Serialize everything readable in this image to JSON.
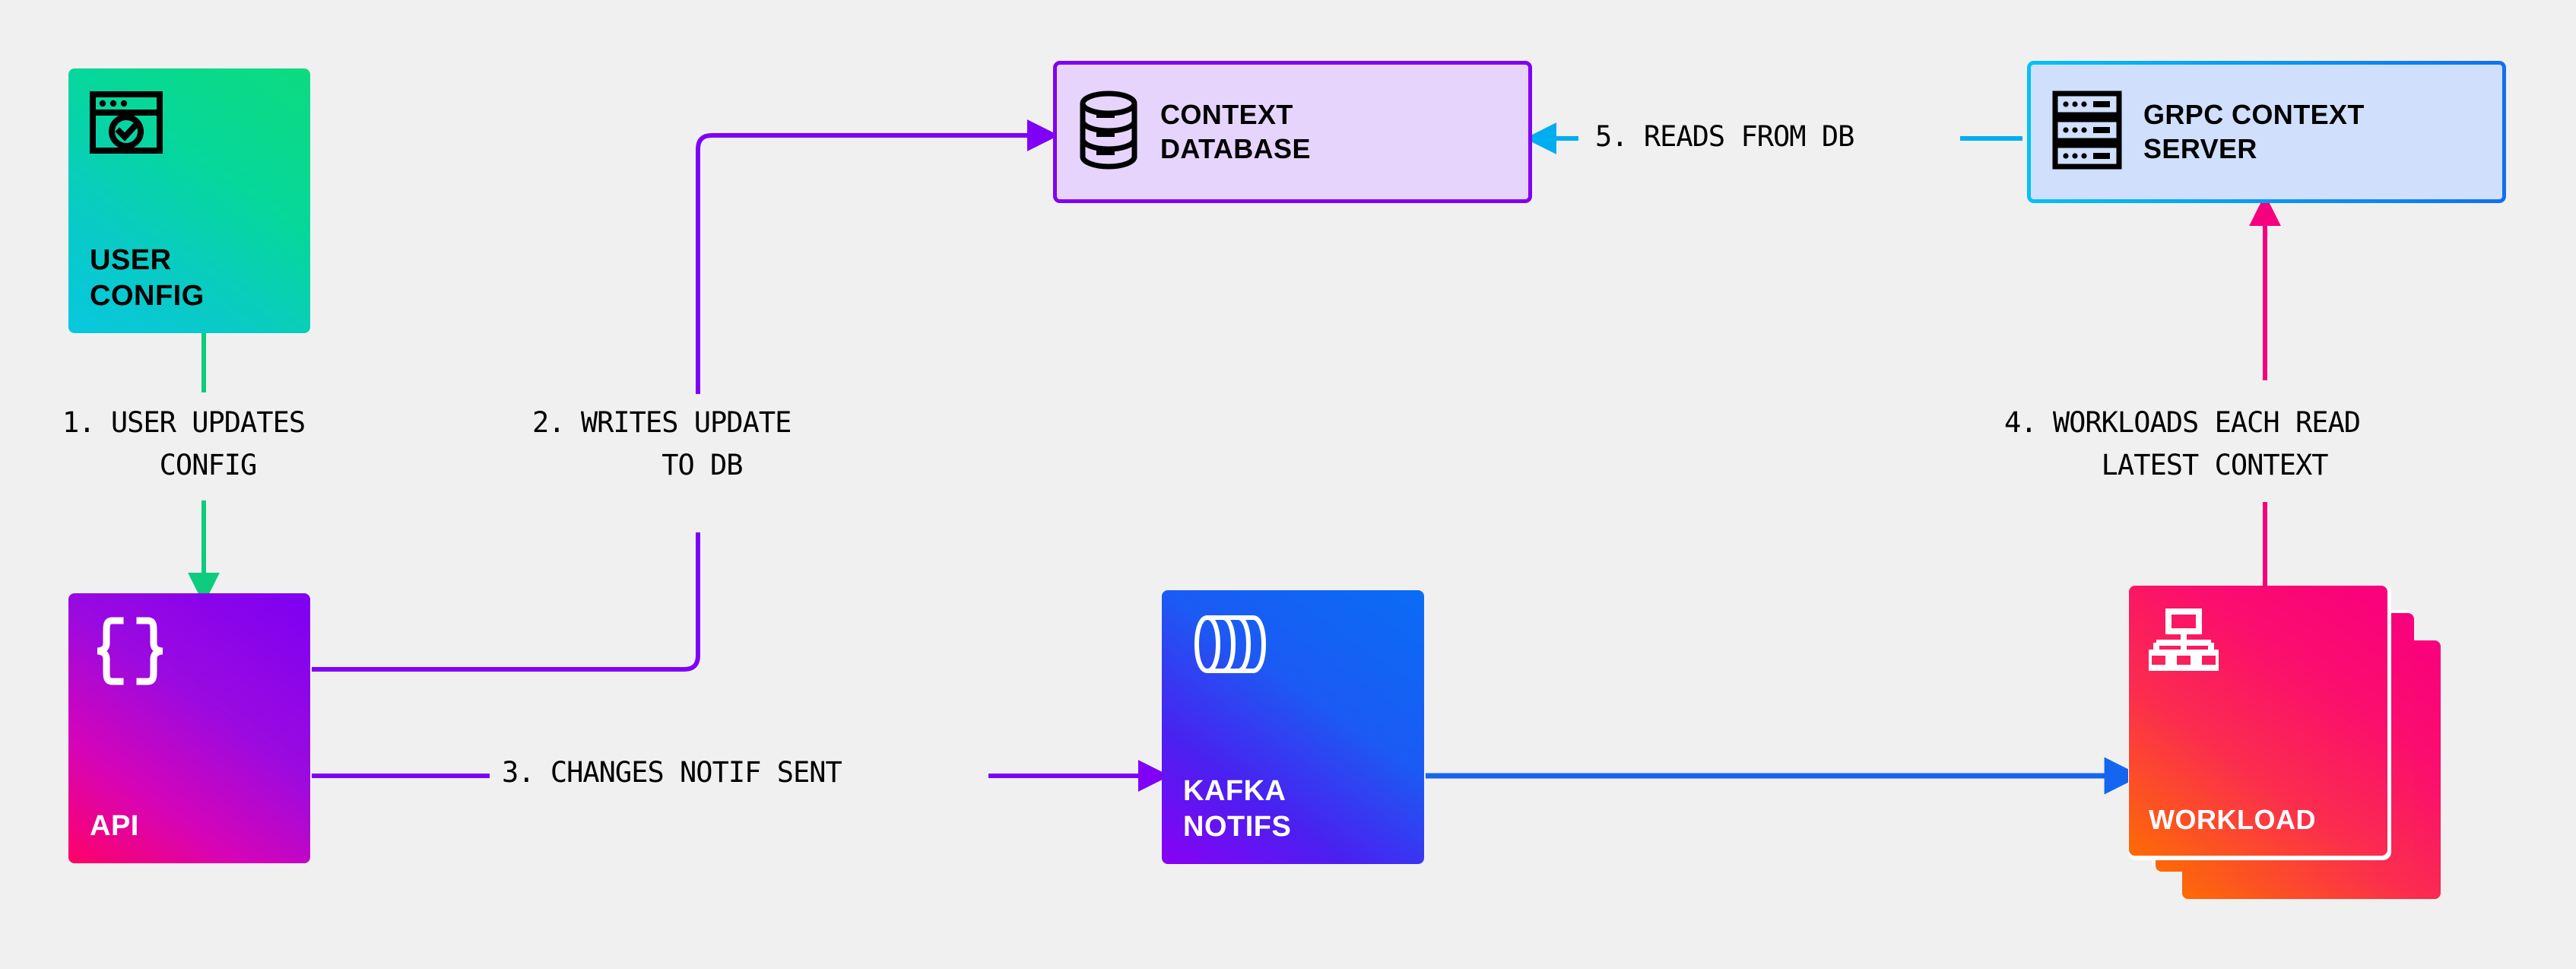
{
  "diagram": {
    "title": "Context distribution architecture flow",
    "background_color": "#f0f0f0",
    "nodes": [
      {
        "id": "user-config",
        "label_lines": [
          "USER",
          "CONFIG"
        ],
        "icon": "browser-check-icon",
        "style": "gradient-card",
        "text_color": "#000000",
        "gradient": [
          "#0ddb7f",
          "#07c7e0"
        ]
      },
      {
        "id": "api",
        "label_lines": [
          "API"
        ],
        "icon": "curly-braces-icon",
        "style": "gradient-card",
        "text_color": "#ffffff",
        "gradient": [
          "#7d00f2",
          "#ff0266"
        ]
      },
      {
        "id": "context-db",
        "label_lines": [
          "CONTEXT",
          "DATABASE"
        ],
        "icon": "database-cylinder-icon",
        "style": "outlined-card",
        "fill": "#e6d4fd",
        "border": "#8200f2",
        "text_color": "#000000"
      },
      {
        "id": "grpc-server",
        "label_lines": [
          "GRPC CONTEXT",
          "SERVER"
        ],
        "icon": "server-rack-icon",
        "style": "outlined-card",
        "fill": "#cfdffc",
        "border": "#00c2f5",
        "text_color": "#000000"
      },
      {
        "id": "kafka",
        "label_lines": [
          "KAFKA",
          "NOTIFS"
        ],
        "icon": "stream-pipe-icon",
        "style": "gradient-card",
        "text_color": "#ffffff",
        "gradient": [
          "#0a6cf5",
          "#8a00f5"
        ]
      },
      {
        "id": "workload",
        "label_lines": [
          "WORKLOAD"
        ],
        "icon": "hierarchy-icon",
        "style": "gradient-card-stack",
        "stack_count": 3,
        "text_color": "#ffffff",
        "gradient": [
          "#f9007e",
          "#fd6b05"
        ]
      }
    ],
    "edges": [
      {
        "id": "edge-1",
        "step": "1",
        "label_lines": [
          "1. USER UPDATES",
          "CONFIG"
        ],
        "from": "user-config",
        "to": "api",
        "color": "#0ecb7d",
        "direction": "down",
        "arrowhead": true
      },
      {
        "id": "edge-2",
        "step": "2",
        "label_lines": [
          "2. WRITES UPDATE",
          "TO DB"
        ],
        "from": "api",
        "to": "context-db",
        "color": "#8000f5",
        "direction": "right",
        "arrowhead": true
      },
      {
        "id": "edge-3",
        "step": "3",
        "label_lines": [
          "3. CHANGES NOTIF SENT"
        ],
        "from": "api",
        "to": "kafka",
        "color": "#8000f5",
        "direction": "right",
        "arrowhead": true
      },
      {
        "id": "edge-kafka-workload",
        "step": "",
        "label_lines": [],
        "from": "kafka",
        "to": "workload",
        "color": "#1565f0",
        "direction": "right",
        "arrowhead": true
      },
      {
        "id": "edge-4",
        "step": "4",
        "label_lines": [
          "4. WORKLOADS EACH READ",
          "LATEST CONTEXT"
        ],
        "from": "workload",
        "to": "grpc-server",
        "color": "#f5007e",
        "direction": "up",
        "arrowhead": true
      },
      {
        "id": "edge-5",
        "step": "5",
        "label_lines": [
          "5. READS FROM DB"
        ],
        "from": "grpc-server",
        "to": "context-db",
        "color": "#00adef",
        "direction": "left",
        "arrowhead": true
      }
    ]
  },
  "labels": {
    "step1": "1. USER UPDATES\n   CONFIG",
    "step2": "2. WRITES UPDATE\n     TO DB",
    "step3": "3. CHANGES NOTIF SENT",
    "step4": "4. WORKLOADS EACH READ\n    LATEST CONTEXT",
    "step5": "5. READS FROM DB"
  },
  "nodes_text": {
    "user_config_line1": "USER",
    "user_config_line2": "CONFIG",
    "api_label": "API",
    "context_db_line1": "CONTEXT",
    "context_db_line2": "DATABASE",
    "grpc_line1": "GRPC CONTEXT",
    "grpc_line2": "SERVER",
    "kafka_line1": "KAFKA",
    "kafka_line2": "NOTIFS",
    "workload_label": "WORKLOAD"
  }
}
